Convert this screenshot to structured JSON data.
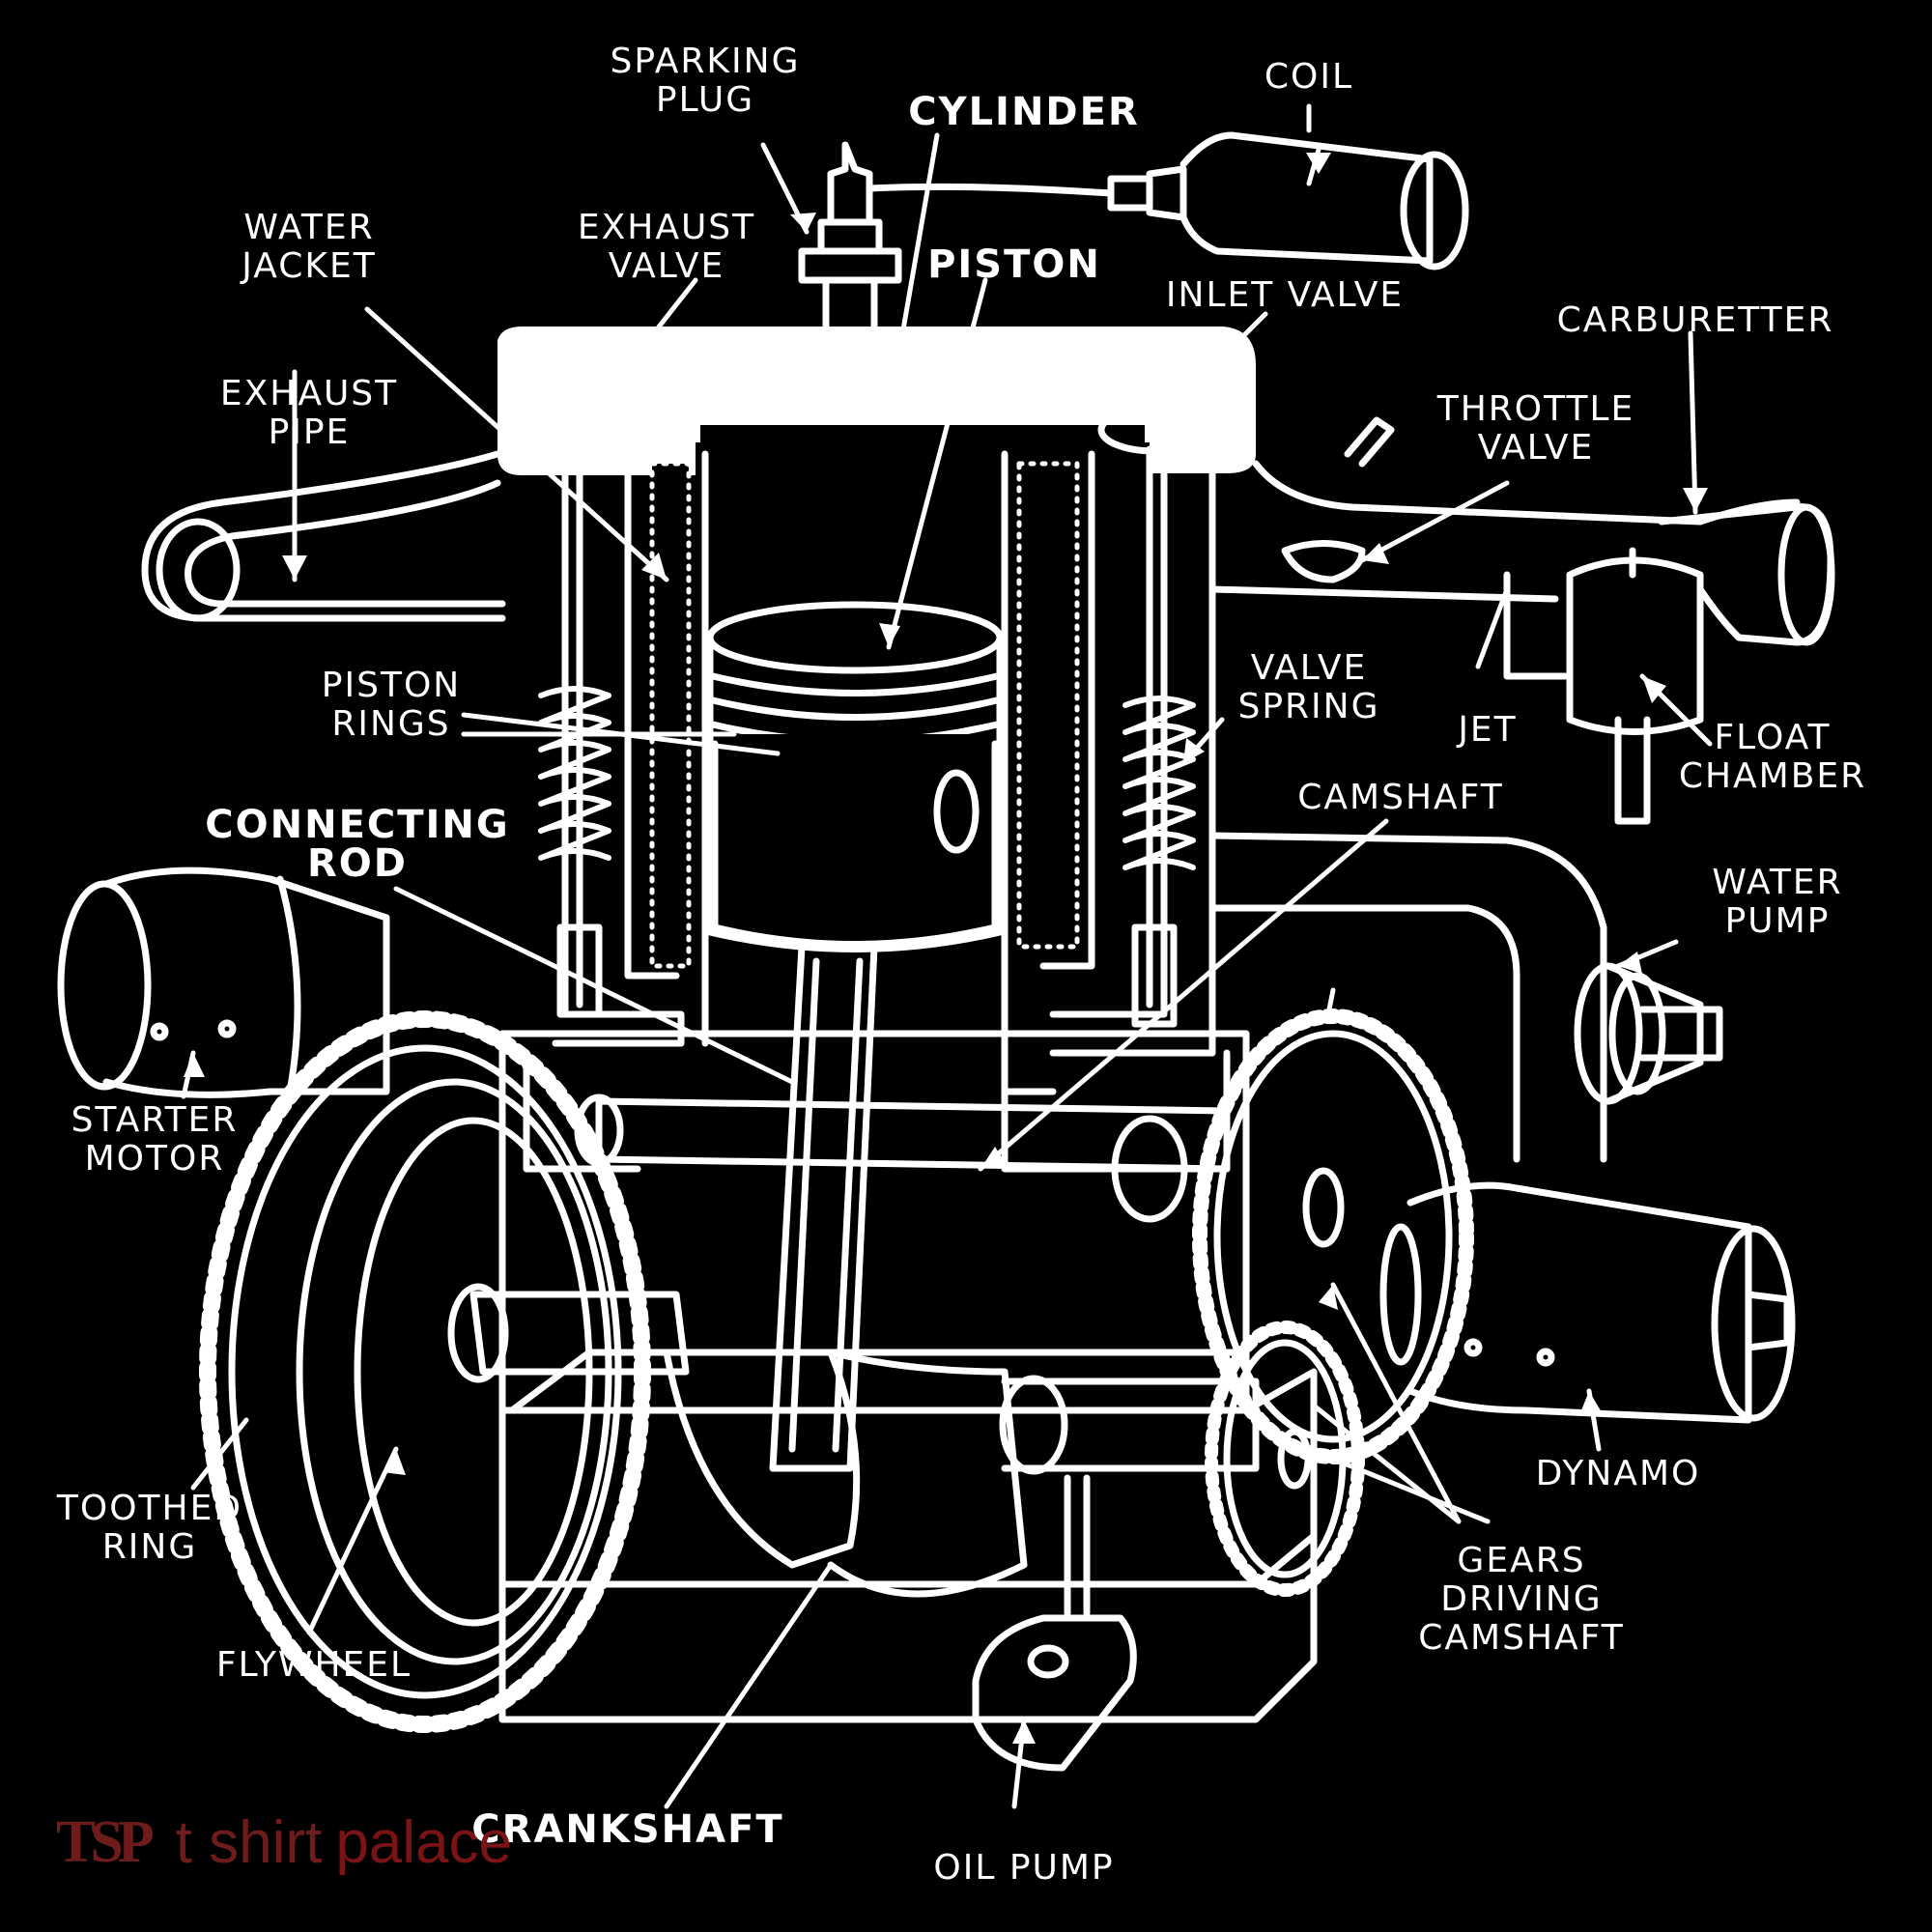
{
  "labels": {
    "sparking_plug": "SPARKING\nPLUG",
    "cylinder": "CYLINDER",
    "coil": "COIL",
    "water_jacket": "WATER\nJACKET",
    "exhaust_valve": "EXHAUST\nVALVE",
    "piston": "PISTON",
    "inlet_valve": "INLET  VALVE",
    "carburetter": "CARBURETTER",
    "exhaust_pipe": "EXHAUST\nPIPE",
    "throttle_valve": "THROTTLE\nVALVE",
    "piston_rings": "PISTON\nRINGS",
    "valve_spring": "VALVE\nSPRING",
    "jet": "JET",
    "float_chamber": "FLOAT\nCHAMBER",
    "camshaft": "CAMSHAFT",
    "connecting_rod": "CONNECTING\nROD",
    "water_pump": "WATER\nPUMP",
    "starter_motor": "STARTER\nMOTOR",
    "toothed_ring": "TOOTHED\nRING",
    "dynamo": "DYNAMO",
    "gears_driving_camshaft": "GEARS\nDRIVING\nCAMSHAFT",
    "flywheel": "FLYWHEEL",
    "crankshaft": "CRANKSHAFT",
    "oil_pump": "OIL  PUMP"
  },
  "watermark": {
    "mark": "TSP",
    "text_a": "t shirt",
    "text_b": "palace"
  },
  "colors": {
    "background": "#000000",
    "ink": "#ffffff",
    "watermark": "#6e1b1b"
  }
}
